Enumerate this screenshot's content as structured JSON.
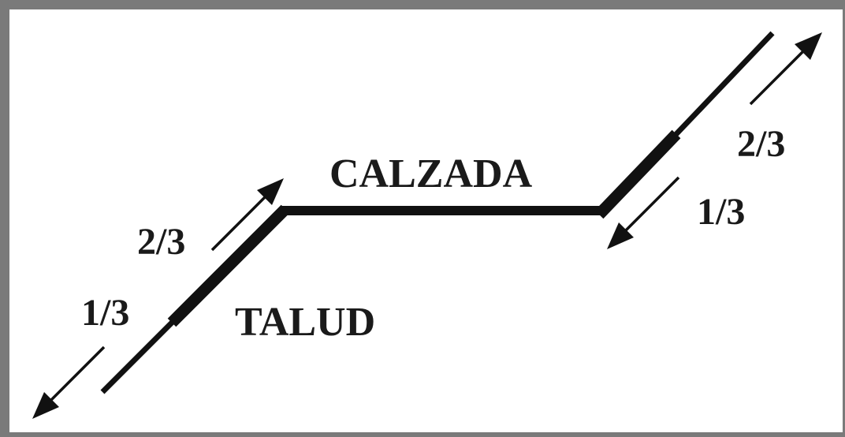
{
  "diagram": {
    "labels": {
      "road": "CALZADA",
      "slope": "TALUD",
      "left_upper_fraction": "2/3",
      "left_lower_fraction": "1/3",
      "right_upper_fraction": "2/3",
      "right_lower_fraction": "1/3"
    },
    "colors": {
      "line": "#111111",
      "text": "#1a1a1a",
      "frame": "#7a7a7a",
      "background": "#ffffff"
    }
  }
}
